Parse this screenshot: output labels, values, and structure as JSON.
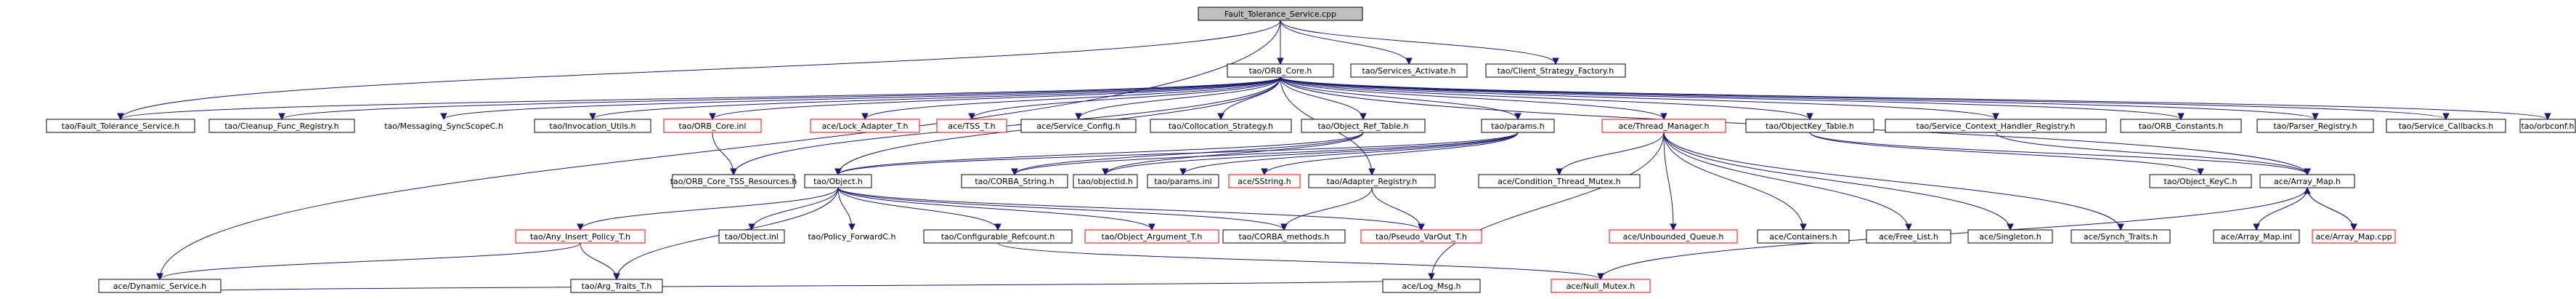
{
  "diagram": {
    "nodes": [
      {
        "id": "root",
        "label": "Fault_Tolerance_Service.cpp",
        "style": "root"
      },
      {
        "id": "orb_core",
        "label": "tao/ORB_Core.h",
        "style": "black"
      },
      {
        "id": "services_activate",
        "label": "tao/Services_Activate.h",
        "style": "black"
      },
      {
        "id": "client_strategy",
        "label": "tao/Client_Strategy_Factory.h",
        "style": "black"
      },
      {
        "id": "ft_service",
        "label": "tao/Fault_Tolerance_Service.h",
        "style": "black"
      },
      {
        "id": "cleanup",
        "label": "tao/Cleanup_Func_Registry.h",
        "style": "black"
      },
      {
        "id": "messaging",
        "label": "tao/Messaging_SyncScopeC.h",
        "style": "none"
      },
      {
        "id": "invocation",
        "label": "tao/Invocation_Utils.h",
        "style": "black"
      },
      {
        "id": "orb_core_inl",
        "label": "tao/ORB_Core.inl",
        "style": "red"
      },
      {
        "id": "lock_adapter",
        "label": "ace/Lock_Adapter_T.h",
        "style": "red"
      },
      {
        "id": "tss_t",
        "label": "ace/TSS_T.h",
        "style": "red"
      },
      {
        "id": "service_config",
        "label": "ace/Service_Config.h",
        "style": "black"
      },
      {
        "id": "collocation",
        "label": "tao/Collocation_Strategy.h",
        "style": "black"
      },
      {
        "id": "object_ref_table",
        "label": "tao/Object_Ref_Table.h",
        "style": "black"
      },
      {
        "id": "params_h",
        "label": "tao/params.h",
        "style": "black"
      },
      {
        "id": "thread_manager",
        "label": "ace/Thread_Manager.h",
        "style": "red"
      },
      {
        "id": "objectkey_table",
        "label": "tao/ObjectKey_Table.h",
        "style": "black"
      },
      {
        "id": "service_context",
        "label": "tao/Service_Context_Handler_Registry.h",
        "style": "black"
      },
      {
        "id": "orb_constants",
        "label": "tao/ORB_Constants.h",
        "style": "black"
      },
      {
        "id": "parser_registry",
        "label": "tao/Parser_Registry.h",
        "style": "black"
      },
      {
        "id": "service_callbacks",
        "label": "tao/Service_Callbacks.h",
        "style": "black"
      },
      {
        "id": "orbconf",
        "label": "tao/orbconf.h",
        "style": "black"
      },
      {
        "id": "tss_resources",
        "label": "tao/ORB_Core_TSS_Resources.h",
        "style": "black"
      },
      {
        "id": "object_h",
        "label": "tao/Object.h",
        "style": "black"
      },
      {
        "id": "corba_string",
        "label": "tao/CORBA_String.h",
        "style": "black"
      },
      {
        "id": "objectid",
        "label": "tao/objectid.h",
        "style": "black"
      },
      {
        "id": "params_inl",
        "label": "tao/params.inl",
        "style": "black"
      },
      {
        "id": "sstring",
        "label": "ace/SString.h",
        "style": "red"
      },
      {
        "id": "adapter_registry",
        "label": "tao/Adapter_Registry.h",
        "style": "black"
      },
      {
        "id": "condition_thread_mutex",
        "label": "ace/Condition_Thread_Mutex.h",
        "style": "black"
      },
      {
        "id": "unbounded_queue",
        "label": "ace/Unbounded_Queue.h",
        "style": "red"
      },
      {
        "id": "containers",
        "label": "ace/Containers.h",
        "style": "black"
      },
      {
        "id": "free_list",
        "label": "ace/Free_List.h",
        "style": "black"
      },
      {
        "id": "singleton",
        "label": "ace/Singleton.h",
        "style": "black"
      },
      {
        "id": "synch_traits",
        "label": "ace/Synch_Traits.h",
        "style": "black"
      },
      {
        "id": "object_keyc",
        "label": "tao/Object_KeyC.h",
        "style": "black"
      },
      {
        "id": "array_map",
        "label": "ace/Array_Map.h",
        "style": "black"
      },
      {
        "id": "any_insert",
        "label": "tao/Any_Insert_Policy_T.h",
        "style": "red"
      },
      {
        "id": "object_inl",
        "label": "tao/Object.inl",
        "style": "black"
      },
      {
        "id": "policy_forwardc",
        "label": "tao/Policy_ForwardC.h",
        "style": "none"
      },
      {
        "id": "configurable_refcount",
        "label": "tao/Configurable_Refcount.h",
        "style": "black"
      },
      {
        "id": "object_argument",
        "label": "tao/Object_Argument_T.h",
        "style": "red"
      },
      {
        "id": "corba_methods",
        "label": "tao/CORBA_methods.h",
        "style": "black"
      },
      {
        "id": "pseudo_varout",
        "label": "tao/Pseudo_VarOut_T.h",
        "style": "red"
      },
      {
        "id": "array_map_inl",
        "label": "ace/Array_Map.inl",
        "style": "black"
      },
      {
        "id": "array_map_cpp",
        "label": "ace/Array_Map.cpp",
        "style": "red"
      },
      {
        "id": "dynamic_service",
        "label": "ace/Dynamic_Service.h",
        "style": "black"
      },
      {
        "id": "arg_traits",
        "label": "tao/Arg_Traits_T.h",
        "style": "black"
      },
      {
        "id": "log_msg",
        "label": "ace/Log_Msg.h",
        "style": "black"
      },
      {
        "id": "null_mutex",
        "label": "ace/Null_Mutex.h",
        "style": "red"
      }
    ],
    "edges": [
      [
        "root",
        "orb_core"
      ],
      [
        "root",
        "services_activate"
      ],
      [
        "root",
        "client_strategy"
      ],
      [
        "root",
        "ft_service"
      ],
      [
        "root",
        "dynamic_service"
      ],
      [
        "orb_core",
        "ft_service"
      ],
      [
        "orb_core",
        "cleanup"
      ],
      [
        "orb_core",
        "messaging"
      ],
      [
        "orb_core",
        "invocation"
      ],
      [
        "orb_core",
        "orb_core_inl"
      ],
      [
        "orb_core",
        "lock_adapter"
      ],
      [
        "orb_core",
        "tss_t"
      ],
      [
        "orb_core",
        "service_config"
      ],
      [
        "orb_core",
        "collocation"
      ],
      [
        "orb_core",
        "object_ref_table"
      ],
      [
        "orb_core",
        "params_h"
      ],
      [
        "orb_core",
        "thread_manager"
      ],
      [
        "orb_core",
        "objectkey_table"
      ],
      [
        "orb_core",
        "service_context"
      ],
      [
        "orb_core",
        "orb_constants"
      ],
      [
        "orb_core",
        "parser_registry"
      ],
      [
        "orb_core",
        "service_callbacks"
      ],
      [
        "orb_core",
        "orbconf"
      ],
      [
        "orb_core",
        "tss_resources"
      ],
      [
        "orb_core",
        "object_h"
      ],
      [
        "orb_core",
        "adapter_registry"
      ],
      [
        "orb_core",
        "array_map"
      ],
      [
        "orb_core_inl",
        "tss_resources"
      ],
      [
        "object_ref_table",
        "object_h"
      ],
      [
        "object_ref_table",
        "corba_string"
      ],
      [
        "object_ref_table",
        "objectid"
      ],
      [
        "params_h",
        "object_h"
      ],
      [
        "params_h",
        "corba_string"
      ],
      [
        "params_h",
        "objectid"
      ],
      [
        "params_h",
        "params_inl"
      ],
      [
        "params_h",
        "sstring"
      ],
      [
        "thread_manager",
        "condition_thread_mutex"
      ],
      [
        "thread_manager",
        "unbounded_queue"
      ],
      [
        "thread_manager",
        "containers"
      ],
      [
        "thread_manager",
        "free_list"
      ],
      [
        "thread_manager",
        "singleton"
      ],
      [
        "thread_manager",
        "synch_traits"
      ],
      [
        "thread_manager",
        "log_msg"
      ],
      [
        "objectkey_table",
        "object_keyc"
      ],
      [
        "objectkey_table",
        "array_map"
      ],
      [
        "service_context",
        "array_map"
      ],
      [
        "object_h",
        "any_insert"
      ],
      [
        "object_h",
        "object_inl"
      ],
      [
        "object_h",
        "policy_forwardc"
      ],
      [
        "object_h",
        "configurable_refcount"
      ],
      [
        "object_h",
        "object_argument"
      ],
      [
        "object_h",
        "corba_methods"
      ],
      [
        "object_h",
        "pseudo_varout"
      ],
      [
        "object_h",
        "arg_traits"
      ],
      [
        "adapter_registry",
        "corba_methods"
      ],
      [
        "adapter_registry",
        "pseudo_varout"
      ],
      [
        "any_insert",
        "arg_traits"
      ],
      [
        "any_insert",
        "dynamic_service"
      ],
      [
        "configurable_refcount",
        "null_mutex"
      ],
      [
        "array_map",
        "array_map_inl"
      ],
      [
        "array_map",
        "array_map_cpp"
      ],
      [
        "array_map_cpp",
        "array_map"
      ],
      [
        "dynamic_service",
        "log_msg"
      ],
      [
        "array_map",
        "null_mutex"
      ]
    ]
  }
}
